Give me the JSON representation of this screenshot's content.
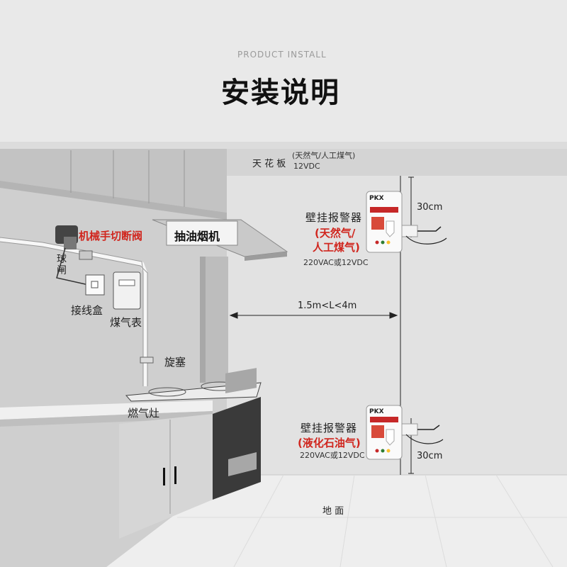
{
  "header": {
    "subtitle": "PRODUCT INSTALL",
    "title": "安装说明"
  },
  "labels": {
    "ceiling": "天 花 板",
    "ceiling_gas": "(天然气/人工煤气)",
    "ceiling_voltage": "12VDC",
    "valve": "机械手切断阀",
    "hood": "抽油烟机",
    "ball_valve": "球\n闸",
    "junction_box": "接线盒",
    "gas_meter": "煤气表",
    "plug": "旋塞",
    "stove": "燃气灶",
    "floor": "地  面",
    "distance": "1.5m<L<4m",
    "top_offset": "30cm",
    "bottom_offset": "30cm"
  },
  "upper_alarm": {
    "title": "壁挂报警器",
    "gas_line1": "(天然气/",
    "gas_line2": "人工煤气)",
    "voltage": "220VAC或12VDC",
    "brand": "PKX"
  },
  "lower_alarm": {
    "title": "壁挂报警器",
    "gas": "(液化石油气)",
    "voltage": "220VAC或12VDC",
    "brand": "PKX"
  }
}
